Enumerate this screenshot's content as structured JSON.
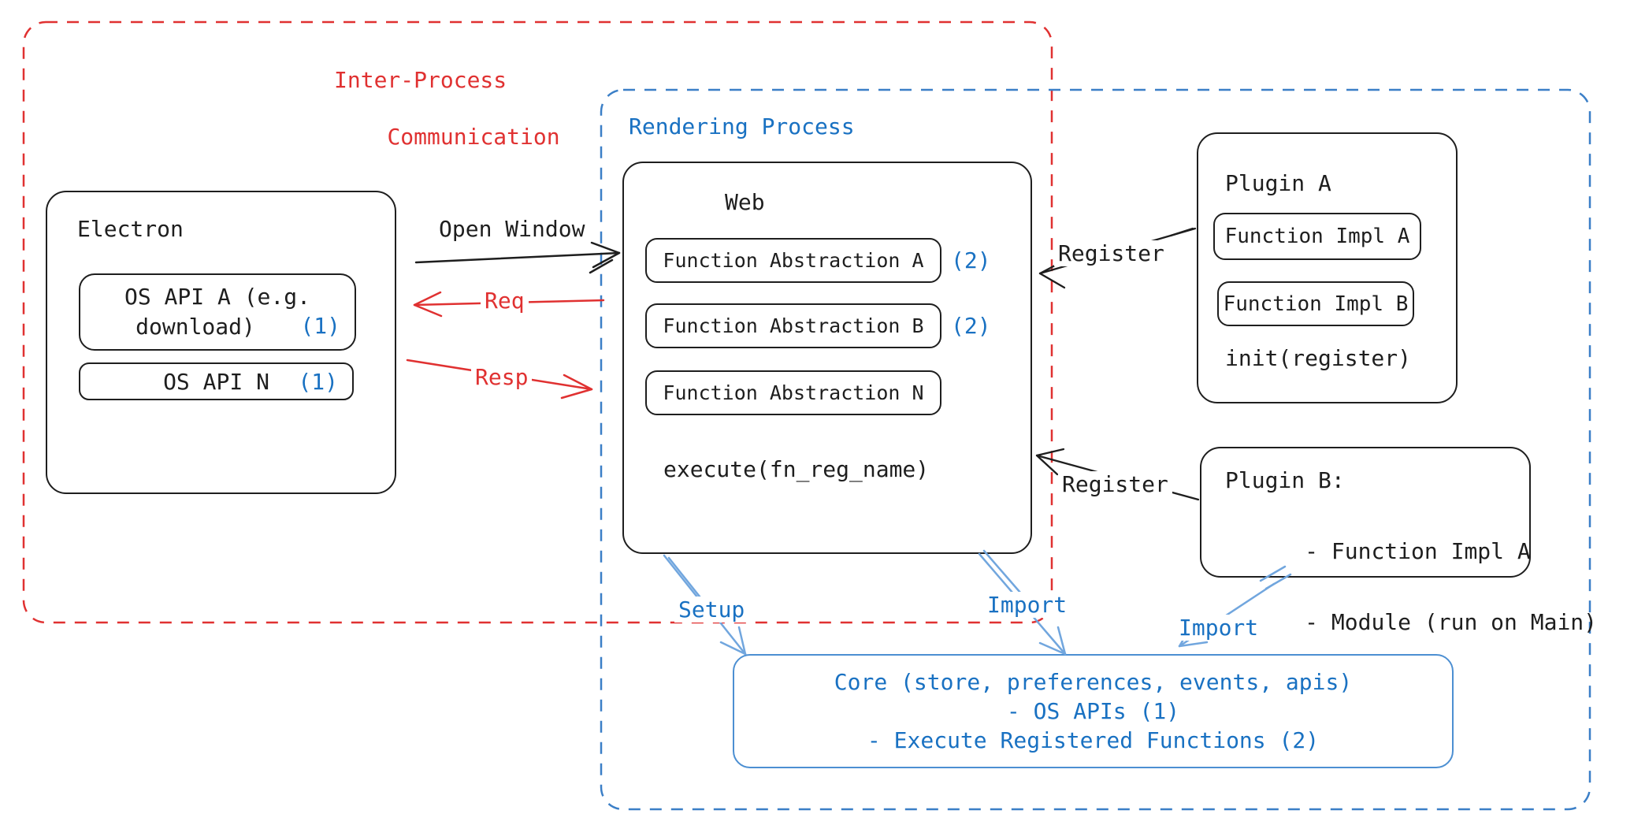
{
  "colors": {
    "ink": "#1e1e1e",
    "red": "#e03131",
    "blue": "#1971c2",
    "blue_dashed_border": "#3b7fc7",
    "core_border": "#4c8fd2",
    "arrow_blue": "#71a6de"
  },
  "ipc_region": {
    "label_line1": "Inter-Process",
    "label_line2": "Communication"
  },
  "rendering_region": {
    "label": "Rendering Process"
  },
  "electron": {
    "title": "Electron",
    "os_api_a_line1": "OS API A (e.g.",
    "os_api_a_line2": "download)",
    "os_api_a_badge": "(1)",
    "os_api_n_label": "OS API N",
    "os_api_n_badge": "(1)"
  },
  "web": {
    "title": "Web",
    "rows": [
      {
        "label": "Function Abstraction A",
        "badge": "(2)"
      },
      {
        "label": "Function Abstraction B",
        "badge": "(2)"
      },
      {
        "label": "Function Abstraction N",
        "badge": ""
      }
    ],
    "execute_label": "execute(fn_reg_name)"
  },
  "plugin_a": {
    "title": "Plugin A",
    "impl_a": "Function Impl A",
    "impl_b": "Function Impl B",
    "init_label": "init(register)"
  },
  "plugin_b": {
    "line1": "Plugin B:",
    "line2": "- Function Impl A",
    "line3": "- Module (run on Main)"
  },
  "core": {
    "line1": "Core (store, preferences, events, apis)",
    "line2": "- OS APIs (1)",
    "line3": "- Execute Registered Functions (2)"
  },
  "arrows": {
    "open_window": "Open Window",
    "req": "Req",
    "resp": "Resp",
    "register_top": "Register",
    "register_bottom": "Register",
    "setup": "Setup",
    "import_web": "Import",
    "import_plugin": "Import"
  }
}
